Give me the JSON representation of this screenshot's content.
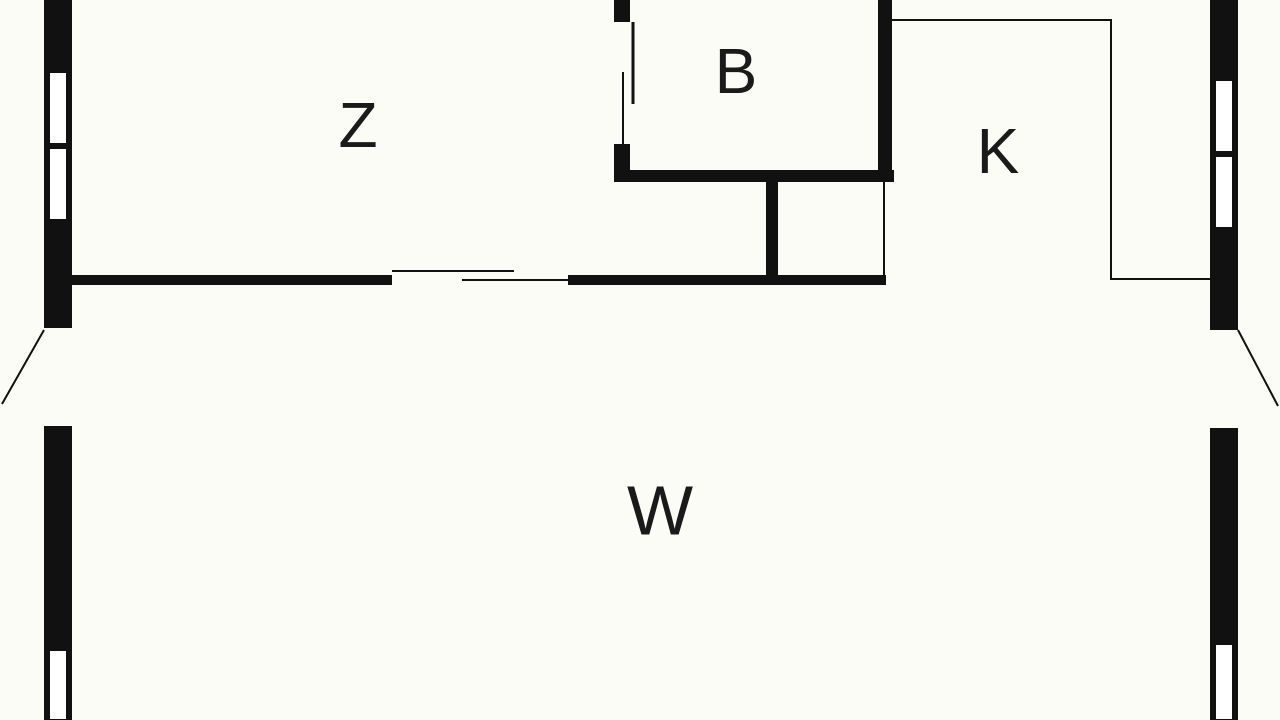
{
  "floor_plan": {
    "rooms": [
      {
        "id": "z",
        "label": "Z"
      },
      {
        "id": "b",
        "label": "B"
      },
      {
        "id": "k",
        "label": "K"
      },
      {
        "id": "w",
        "label": "W"
      }
    ]
  },
  "colors": {
    "background": "#fcfcf7",
    "wall": "#111111",
    "window_glass": "#ffffff",
    "label": "#1a1a1a"
  }
}
